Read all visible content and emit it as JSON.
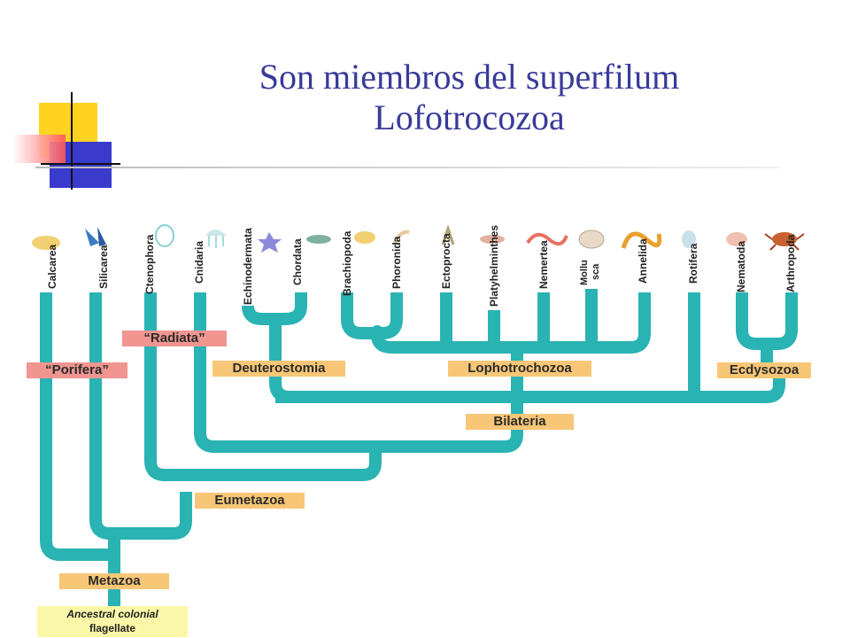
{
  "title_line1": "Son miembros del superfilum",
  "title_line2": "Lofotrocozoa",
  "colors": {
    "branch": "#2ab3b3",
    "clade_label": "#f7c777",
    "group_label": "#f09590",
    "ancestor_label": "#fbf7a8",
    "title": "#3a3a9a"
  },
  "taxa": [
    {
      "key": "calcarea",
      "label": "Calcarea"
    },
    {
      "key": "silicarea",
      "label": "Silicarea"
    },
    {
      "key": "ctenophora",
      "label": "Ctenophora"
    },
    {
      "key": "cnidaria",
      "label": "Cnidaria"
    },
    {
      "key": "echinodermata",
      "label": "Echinodermata"
    },
    {
      "key": "chordata",
      "label": "Chordata"
    },
    {
      "key": "brachiopoda",
      "label": "Brachiopoda"
    },
    {
      "key": "phoronida",
      "label": "Phoronida"
    },
    {
      "key": "ectoprocta",
      "label": "Ectoprocta"
    },
    {
      "key": "platyhelminthes",
      "label": "Platyhelminthes"
    },
    {
      "key": "nemertea",
      "label": "Nemertea"
    },
    {
      "key": "mollusca_1",
      "label": "Mollu"
    },
    {
      "key": "mollusca_2",
      "label": "sca"
    },
    {
      "key": "annelida",
      "label": "Annelida"
    },
    {
      "key": "rotifera",
      "label": "Rotifera"
    },
    {
      "key": "nematoda",
      "label": "Nematoda"
    },
    {
      "key": "arthropoda",
      "label": "Arthropoda"
    }
  ],
  "clades": {
    "porifera": "“Porifera”",
    "radiata": "“Radiata”",
    "deuterostomia": "Deuterostomia",
    "lophotrochozoa": "Lophotrochozoa",
    "ecdysozoa": "Ecdysozoa",
    "bilateria": "Bilateria",
    "eumetazoa": "Eumetazoa",
    "metazoa": "Metazoa"
  },
  "ancestor_line1": "Ancestral colonial",
  "ancestor_line2": "flagellate"
}
